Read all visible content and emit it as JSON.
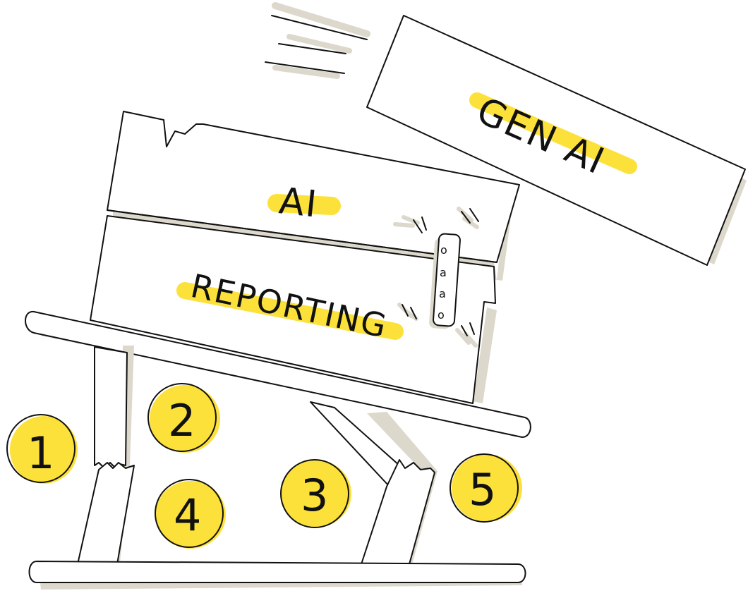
{
  "colors": {
    "ink": "#111111",
    "shadow": "#ddd8cc",
    "highlight": "#fde13b",
    "paper": "#ffffff"
  },
  "blocks": {
    "gen_ai": "GEN AI",
    "ai": "AI",
    "reporting": "REPORTING"
  },
  "clamp_marks": [
    "o",
    "a",
    "a",
    "o"
  ],
  "coins": [
    "1",
    "2",
    "3",
    "4",
    "5"
  ]
}
